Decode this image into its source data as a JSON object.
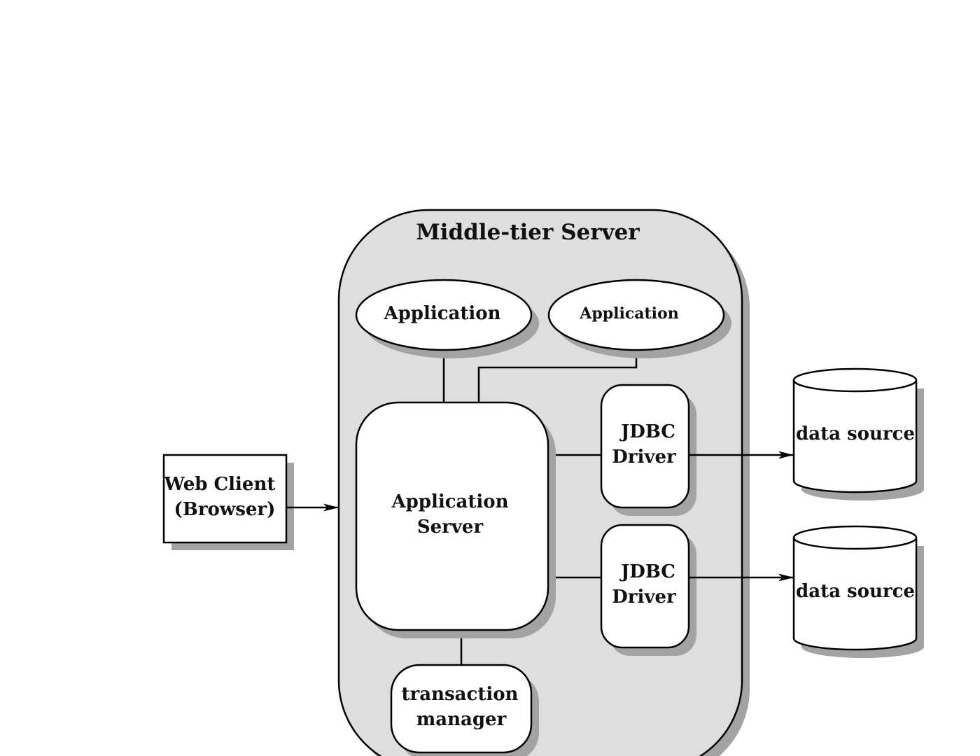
{
  "diagram": {
    "container": {
      "title": "Middle-tier Server"
    },
    "web_client": {
      "line1": "Web Client",
      "line2": "(Browser)"
    },
    "applications": [
      "Application",
      "Application"
    ],
    "app_server": {
      "line1": "Application",
      "line2": "Server"
    },
    "jdbc_drivers": [
      {
        "line1": "JDBC",
        "line2": "Driver"
      },
      {
        "line1": "JDBC",
        "line2": "Driver"
      }
    ],
    "data_sources": [
      "data source",
      "data source"
    ],
    "transaction_manager": {
      "line1": "transaction",
      "line2": "manager"
    }
  },
  "colors": {
    "container_fill": "#dedede",
    "shadow": "#a3a3a3",
    "box_fill": "#ffffff",
    "stroke": "#000000"
  }
}
